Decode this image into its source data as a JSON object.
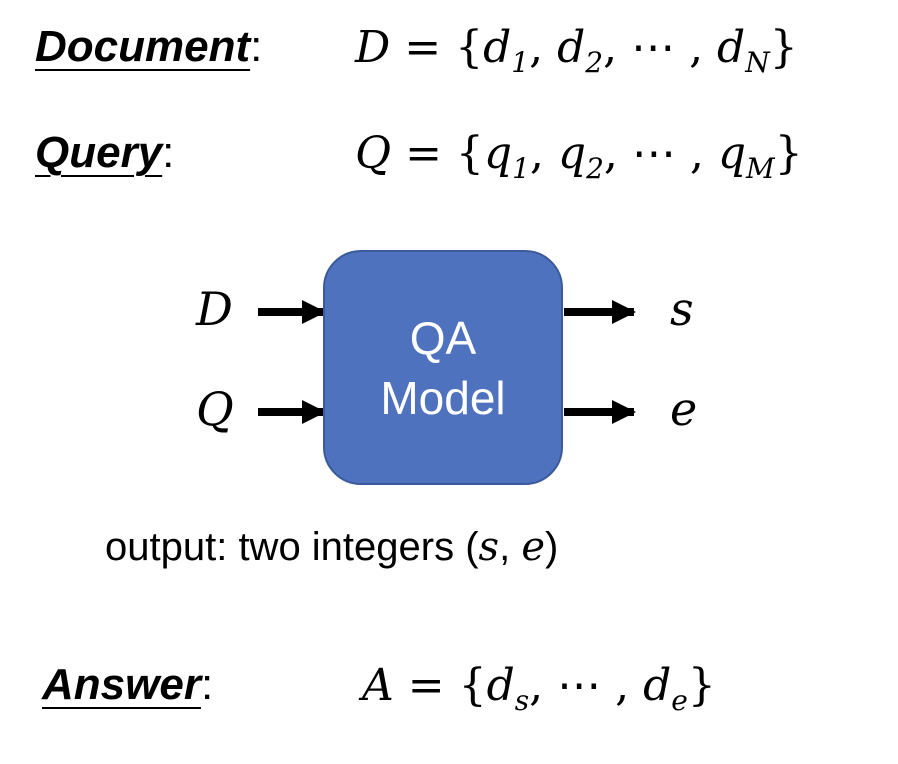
{
  "document": {
    "label": "Document",
    "colon": ":",
    "lhs": "D",
    "eq": " = {",
    "v1": "d",
    "s1": "1",
    "sep1": ", ",
    "v2": "d",
    "s2": "2",
    "mid": ", ⋯ , ",
    "v3": "d",
    "s3": "N",
    "close": "}"
  },
  "query": {
    "label": "Query",
    "colon": ":",
    "lhs": "Q",
    "eq": " = {",
    "v1": "q",
    "s1": "1",
    "sep1": ", ",
    "v2": "q",
    "s2": "2",
    "mid": ", ⋯ , ",
    "v3": "q",
    "s3": "M",
    "close": "}"
  },
  "model": {
    "line1": "QA",
    "line2": "Model",
    "input_d": "D",
    "input_q": "Q",
    "output_s": "s",
    "output_e": "e",
    "box_color": "#4F72BE"
  },
  "output": {
    "text": "output: two integers (",
    "s": "s",
    "comma": ", ",
    "e": "e",
    "close": ")"
  },
  "answer": {
    "label": "Answer",
    "colon": ":",
    "lhs": "A",
    "eq": " = {",
    "v1": "d",
    "s1": "s",
    "mid": ", ⋯ , ",
    "v2": "d",
    "s2": "e",
    "close": "}"
  }
}
